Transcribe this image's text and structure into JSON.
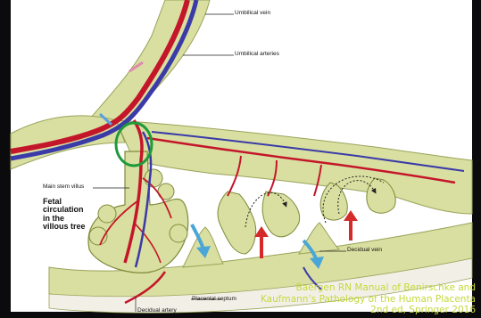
{
  "labels": {
    "umbilical_vein": "Umbilical vein",
    "umbilical_arteries": "Umbilical arteries",
    "main_stem_villus": "Main stem villus",
    "fetal_circulation_1": "Fetal",
    "fetal_circulation_2": "circulation",
    "fetal_circulation_3": "in the",
    "fetal_circulation_4": "villous tree",
    "decidual_vein": "Decidual vein",
    "placental_septum": "Placental septum",
    "decidual_artery": "Decidual artery"
  },
  "citation": {
    "line1": "Baergen RN Manual of Benirschke and",
    "line2": "Kaufmann’s Pathology of the Human Placenta",
    "line3": "2nd ed, Springer 2016"
  },
  "colors": {
    "villus_fill": "#d9dfa0",
    "artery": "#c4162a",
    "vein": "#3a3aa8",
    "maternal_artery_arrow": "#d42a2a",
    "maternal_vein_arrow": "#4aa6d6",
    "highlight_circle": "#1f9a3a",
    "citation_text": "#c4d83a"
  }
}
